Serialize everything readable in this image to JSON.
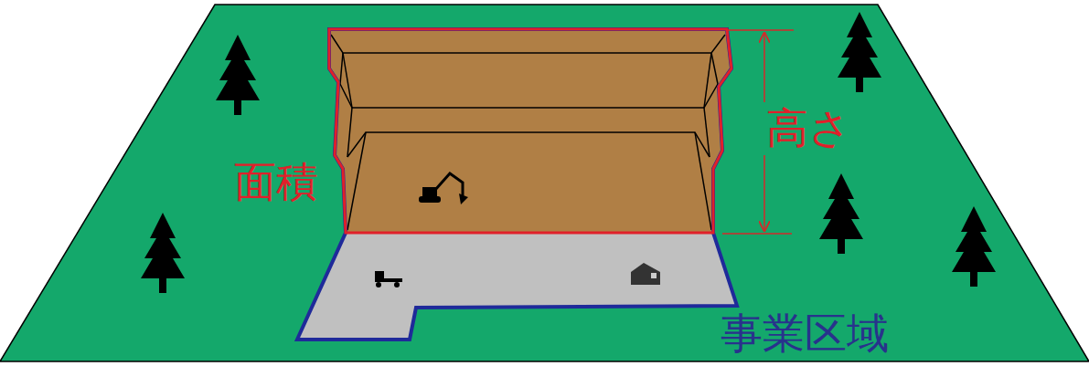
{
  "diagram": {
    "labels": [
      "高さ",
      "面積",
      "事業区域"
    ]
  }
}
